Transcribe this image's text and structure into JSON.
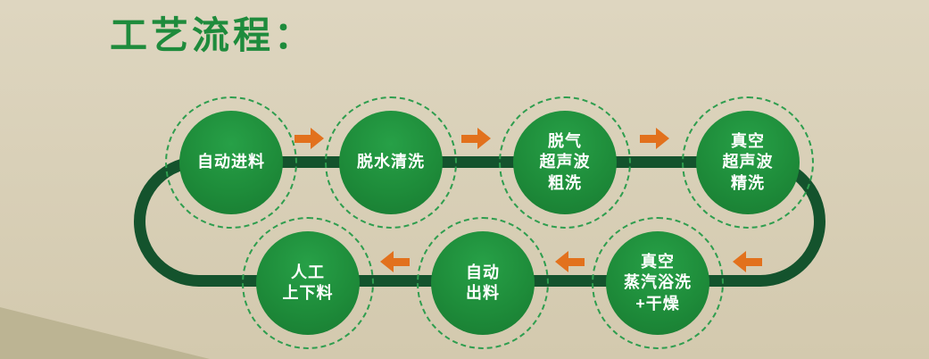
{
  "page": {
    "title": "工艺流程："
  },
  "flow": {
    "steps": [
      {
        "name": "auto-feed",
        "lines": [
          "自动进料"
        ]
      },
      {
        "name": "dewater-clean",
        "lines": [
          "脱水清洗"
        ]
      },
      {
        "name": "degas-ultrasonic-rough",
        "lines": [
          "脱气",
          "超声波",
          "粗洗"
        ]
      },
      {
        "name": "vacuum-ultrasonic-fine",
        "lines": [
          "真空",
          "超声波",
          "精洗"
        ]
      },
      {
        "name": "vacuum-steam-bath-dry",
        "lines": [
          "真空",
          "蒸汽浴洗",
          "+干燥"
        ]
      },
      {
        "name": "auto-discharge",
        "lines": [
          "自动",
          "出料"
        ]
      },
      {
        "name": "manual-load-unload",
        "lines": [
          "人工",
          "上下料"
        ]
      }
    ]
  },
  "colors": {
    "background": "#ded6c0",
    "title_green": "#1e8b3c",
    "circle_green": "#1e8c3a",
    "ring_green": "#2f9e4f",
    "track_green": "#14532d",
    "arrow_orange": "#e2711d",
    "corner_shade": "#bcb493"
  }
}
